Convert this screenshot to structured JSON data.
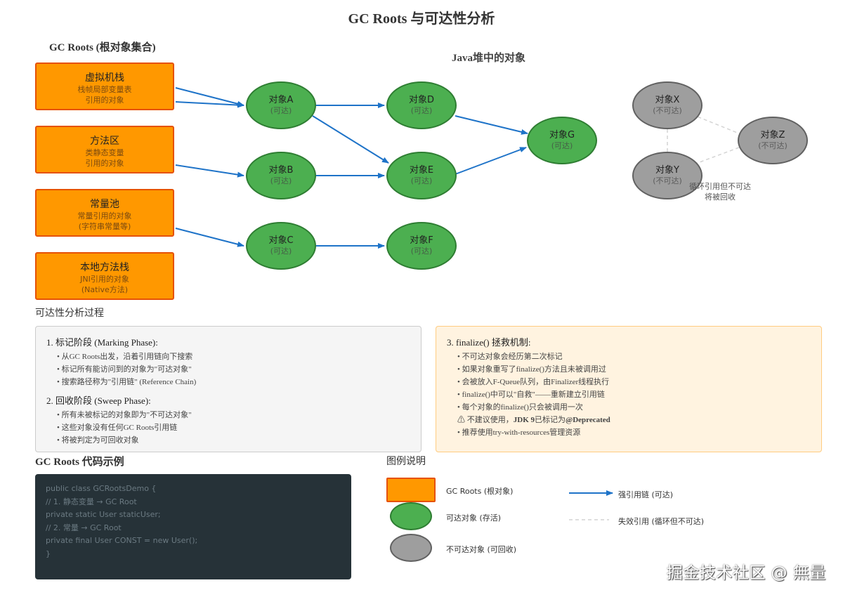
{
  "title": "GC Roots 与可达性分析",
  "sections": {
    "roots": "GC Roots (根对象集合)",
    "heap": "Java堆中的对象",
    "process": "可达性分析过程",
    "code": "GC Roots 代码示例",
    "legend": "图例说明"
  },
  "roots": [
    {
      "title": "虚拟机栈",
      "lines": [
        "栈帧局部变量表",
        "引用的对象"
      ]
    },
    {
      "title": "方法区",
      "lines": [
        "类静态变量",
        "引用的对象"
      ]
    },
    {
      "title": "常量池",
      "lines": [
        "常量引用的对象",
        "(字符串常量等)"
      ]
    },
    {
      "title": "本地方法栈",
      "lines": [
        "JNI引用的对象",
        "(Native方法)"
      ]
    }
  ],
  "objects": {
    "A": {
      "name": "对象A",
      "state": "(可达)"
    },
    "B": {
      "name": "对象B",
      "state": "(可达)"
    },
    "C": {
      "name": "对象C",
      "state": "(可达)"
    },
    "D": {
      "name": "对象D",
      "state": "(可达)"
    },
    "E": {
      "name": "对象E",
      "state": "(可达)"
    },
    "F": {
      "name": "对象F",
      "state": "(可达)"
    },
    "G": {
      "name": "对象G",
      "state": "(可达)"
    },
    "X": {
      "name": "对象X",
      "state": "(不可达)"
    },
    "Y": {
      "name": "对象Y",
      "state": "(不可达)"
    },
    "Z": {
      "name": "对象Z",
      "state": "(不可达)"
    }
  },
  "cycle_note": [
    "循环引用但不可达",
    "将被回收"
  ],
  "marking": {
    "heading": "1. 标记阶段 (Marking Phase):",
    "bullets": [
      "• 从GC Roots出发，沿着引用链向下搜索",
      "• 标记所有能访问到的对象为\"可达对象\"",
      "• 搜索路径称为\"引用链\" (Reference Chain)"
    ]
  },
  "sweep": {
    "heading": "2. 回收阶段 (Sweep Phase):",
    "bullets": [
      "• 所有未被标记的对象即为\"不可达对象\"",
      "• 这些对象没有任何GC Roots引用链",
      "• 将被判定为可回收对象"
    ]
  },
  "finalize": {
    "heading": "3. finalize() 拯救机制:",
    "bullets": [
      "• 不可达对象会经历第二次标记",
      "• 如果对象重写了finalize()方法且未被调用过",
      "• 会被放入F-Queue队列，由Finalizer线程执行",
      "• finalize()中可以\"自救\"——重新建立引用链",
      "• 每个对象的finalize()只会被调用一次"
    ],
    "warn_prefix": "⚠ 不建议使用，",
    "warn_bold1": "JDK 9",
    "warn_mid": "已标记为",
    "warn_bold2": "@Deprecated",
    "last": "• 推荐使用try-with-resources管理资源"
  },
  "code_lines": [
    "public class GCRootsDemo {",
    "// 1. 静态变量 → GC Root",
    "private static User staticUser;",
    "",
    "// 2. 常量 → GC Root",
    "private final User CONST = new User();",
    "}"
  ],
  "legend": {
    "root": "GC Roots (根对象)",
    "reachable": "可达对象 (存活)",
    "unreachable": "不可达对象 (可回收)",
    "strong": "强引用链 (可达)",
    "invalid": "失效引用 (循环但不可达)"
  },
  "watermark": "掘金技术社区 @ 無量",
  "colors": {
    "root": "#ff9800",
    "reachable": "#4caf50",
    "unreachable": "#9e9e9e",
    "arrow": "#1e73c8",
    "code_bg": "#263238"
  }
}
